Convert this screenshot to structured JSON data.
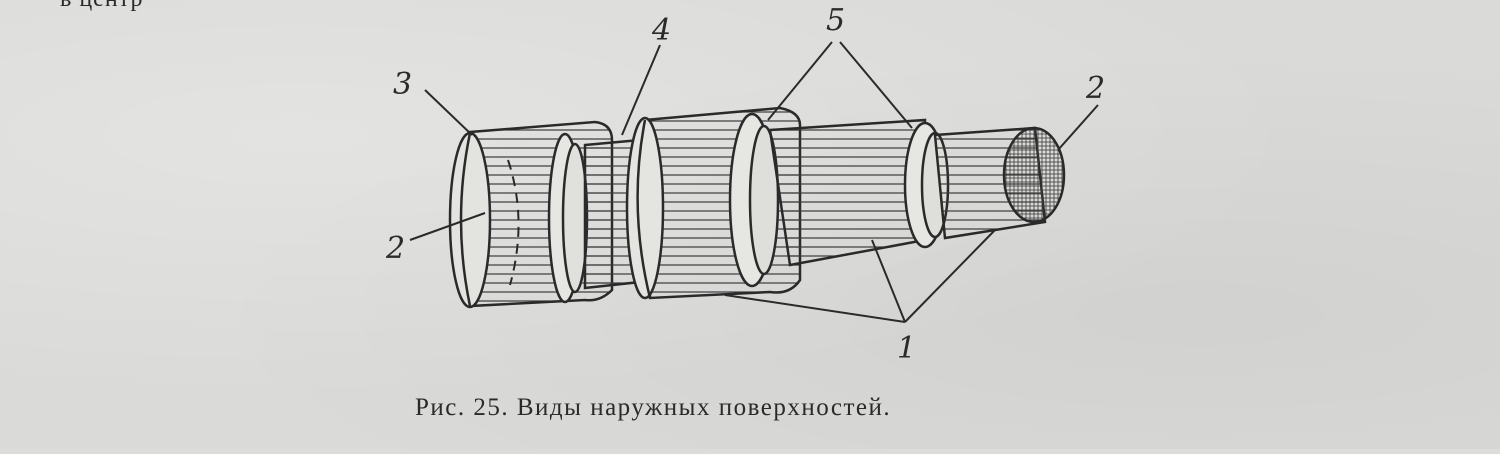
{
  "page": {
    "top_fragment": "в центр"
  },
  "figure": {
    "labels": {
      "l1": "1",
      "l2_left": "2",
      "l2_right": "2",
      "l3": "3",
      "l4": "4",
      "l5": "5"
    },
    "caption": "Рис. 25. Виды наружных поверхностей."
  }
}
